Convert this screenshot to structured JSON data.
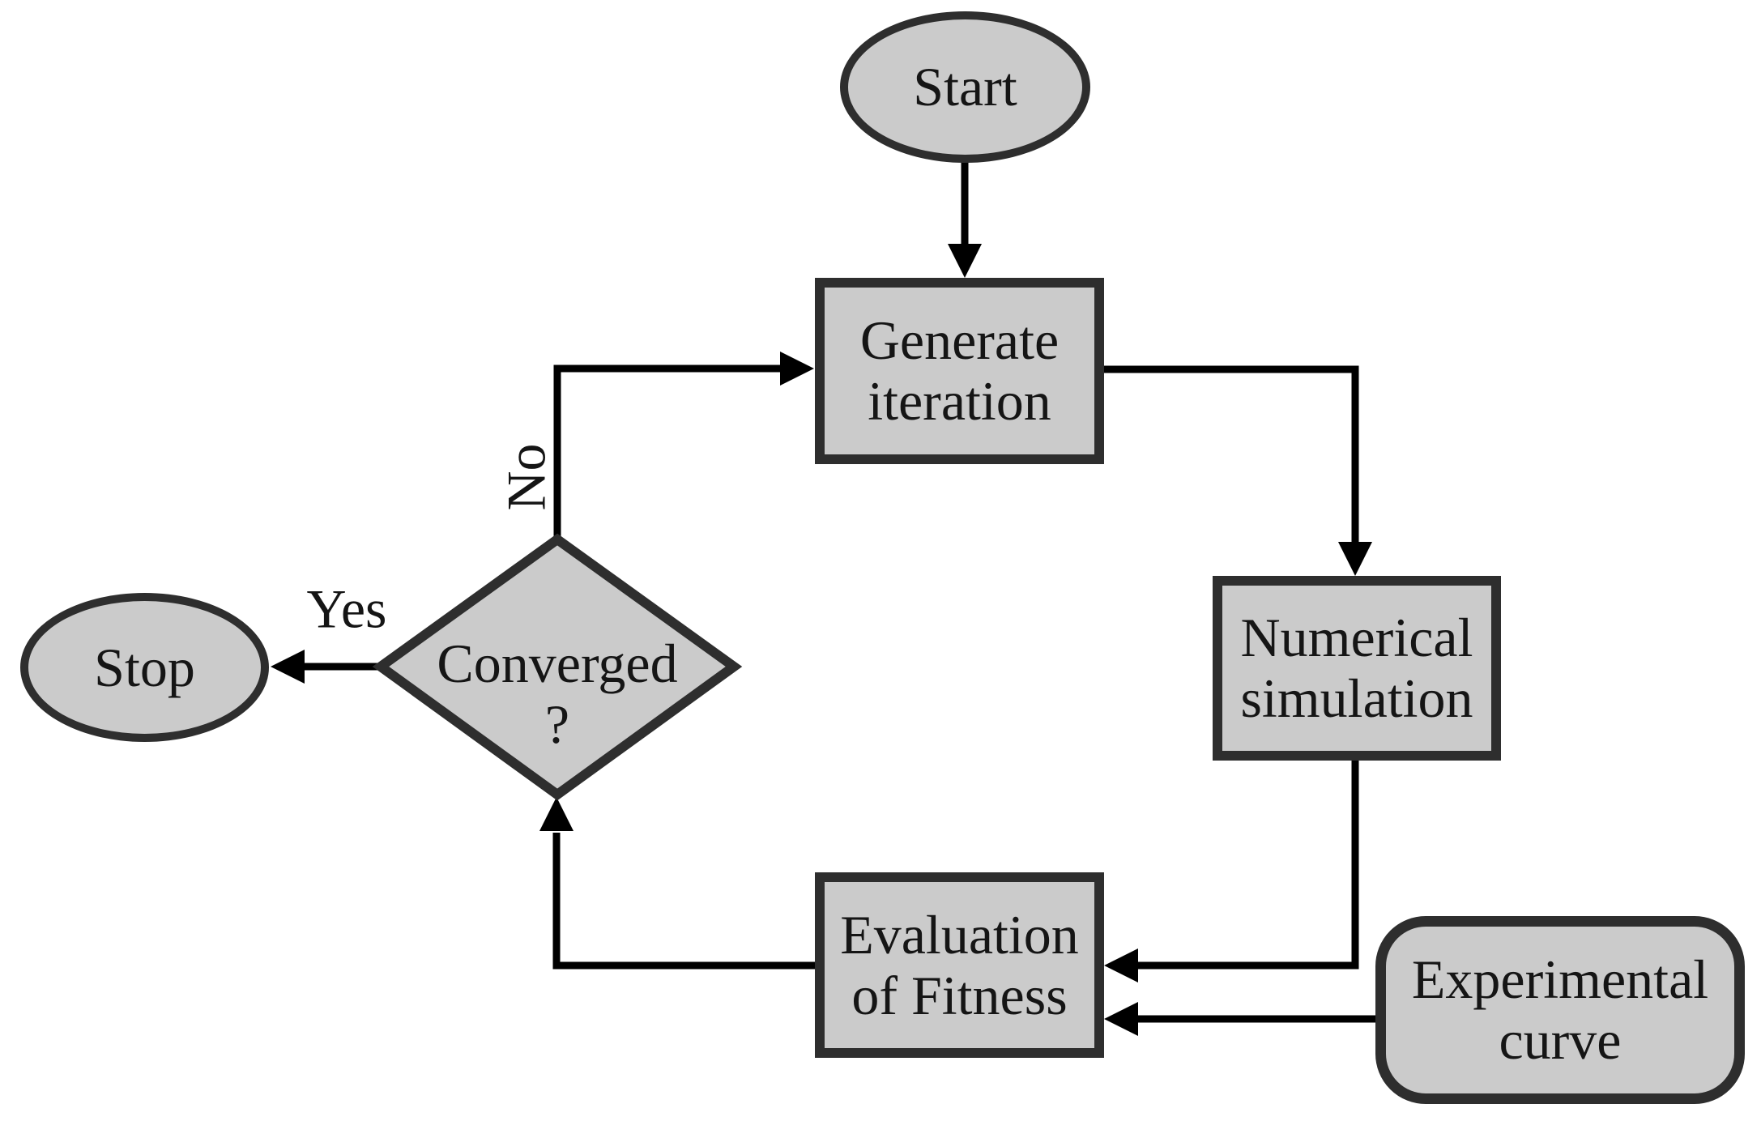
{
  "nodes": {
    "start": {
      "label": "Start"
    },
    "generate": {
      "line1": "Generate",
      "line2": "iteration"
    },
    "numerical": {
      "line1": "Numerical",
      "line2": "simulation"
    },
    "evaluation": {
      "line1": "Evaluation",
      "line2": "of Fitness"
    },
    "converged": {
      "line1": "Converged",
      "line2": "?"
    },
    "experimental": {
      "line1": "Experimental",
      "line2": "curve"
    },
    "stop": {
      "label": "Stop"
    }
  },
  "edge_labels": {
    "yes": "Yes",
    "no": "No"
  },
  "colors": {
    "background": "#ffffff",
    "node_fill": "#cbcbcb",
    "node_border": "#2e2e2e",
    "connector": "#000000",
    "text": "#151515"
  }
}
